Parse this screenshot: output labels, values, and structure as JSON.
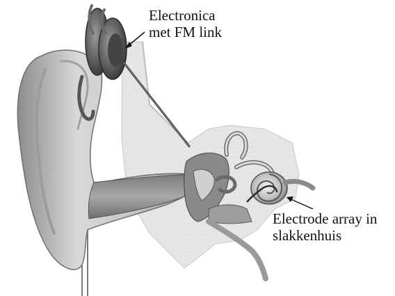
{
  "callouts": {
    "electronics": {
      "line1": "Electronica",
      "line2": "met FM link"
    },
    "electrode": {
      "line1": "Electrode array in",
      "line2": "slakkenhuis"
    }
  },
  "colors": {
    "background": "#ffffff",
    "text": "#111111",
    "skin_light": "#d6d6d6",
    "skin_mid": "#b0b0b0",
    "skin_dark": "#6a6a6a",
    "bone": "#e3e3e3",
    "device": "#5a5a5a"
  }
}
